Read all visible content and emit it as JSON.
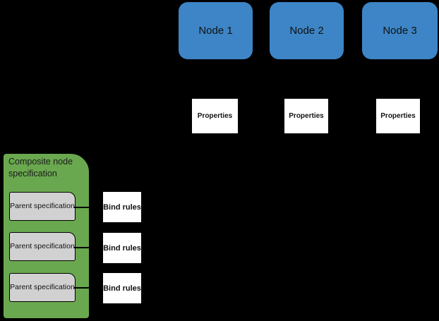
{
  "diagram": {
    "nodes": [
      {
        "label": "Node 1"
      },
      {
        "label": "Node 2"
      },
      {
        "label": "Node 3"
      }
    ],
    "properties_boxes": [
      {
        "label": "Properties"
      },
      {
        "label": "Properties"
      },
      {
        "label": "Properties"
      }
    ],
    "composite": {
      "title": "Composite node specification",
      "parent_boxes": [
        {
          "label": "Parent specification"
        },
        {
          "label": "Parent specification"
        },
        {
          "label": "Parent specification"
        }
      ]
    },
    "bind_rules_boxes": [
      {
        "label": "Bind rules"
      },
      {
        "label": "Bind rules"
      },
      {
        "label": "Bind rules"
      }
    ],
    "colors": {
      "background": "#000000",
      "node_fill": "#3d85c6",
      "composite_fill": "#6aa84f",
      "parent_box_fill": "#d1d1d1",
      "white_box_fill": "#ffffff",
      "outline": "#000000",
      "text": "#111111"
    }
  }
}
